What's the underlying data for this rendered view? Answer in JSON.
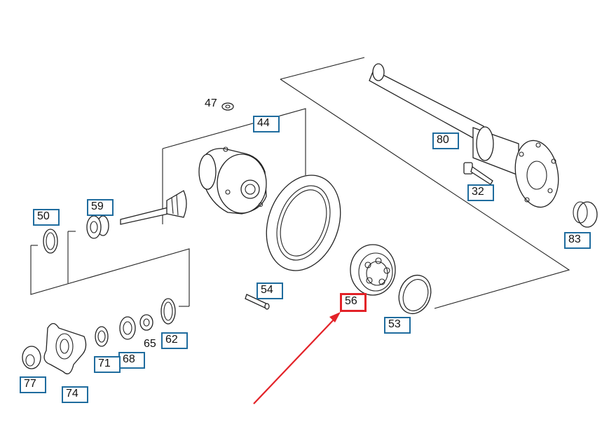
{
  "callouts": {
    "c44": "44",
    "c50": "50",
    "c59": "59",
    "c80": "80",
    "c32": "32",
    "c83": "83",
    "c54": "54",
    "c56": "56",
    "c53": "53",
    "c62": "62",
    "c68": "68",
    "c71": "71",
    "c77": "77",
    "c74": "74"
  },
  "plain_labels": {
    "p47": "47",
    "p65": "65"
  },
  "highlight": {
    "selected_part": "56",
    "color": "#e32228",
    "box_color": "#1f6c9e"
  }
}
